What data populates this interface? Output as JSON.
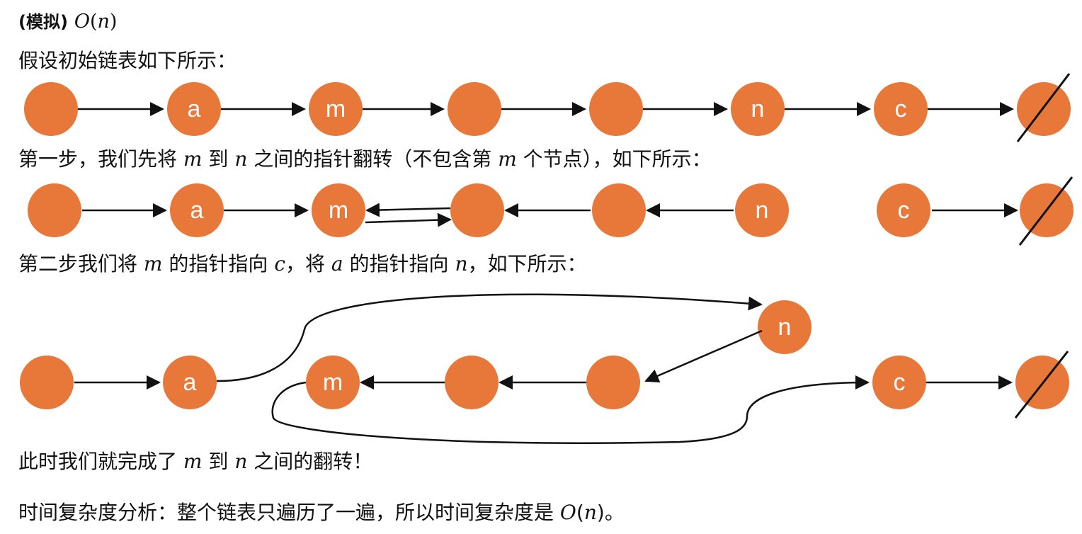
{
  "heading": {
    "label": "(模拟)",
    "math_o": "O",
    "math_open": "(",
    "math_n": "n",
    "math_close": ")"
  },
  "paragraphs": {
    "intro": "假设初始链表如下所示：",
    "step1_prefix": "第一步，我们先将",
    "step1_m": "m",
    "step1_to": "到",
    "step1_n": "n",
    "step1_mid": "之间的指针翻转（不包含第",
    "step1_m2": "m",
    "step1_suffix": "个节点），如下所示：",
    "step2_prefix": "第二步我们将",
    "step2_m": "m",
    "step2_mid": "的指针指向",
    "step2_c": "c",
    "step2_mid2": "，将",
    "step2_a": "a",
    "step2_mid3": "的指针指向",
    "step2_n": "n",
    "step2_suffix": "，如下所示：",
    "done_prefix": "此时我们就完成了",
    "done_m": "m",
    "done_to": "到",
    "done_n": "n",
    "done_suffix": "之间的翻转！",
    "complexity_prefix": "时间复杂度分析：整个链表只遍历了一遍，所以时间复杂度是",
    "complexity_o": "O",
    "complexity_open": "(",
    "complexity_n": "n",
    "complexity_close": ")",
    "complexity_suffix": "。"
  },
  "diagram_labels": {
    "row1": [
      "",
      "a",
      "m",
      "",
      "",
      "n",
      "c",
      ""
    ],
    "row2": [
      "",
      "a",
      "m",
      "",
      "",
      "n",
      "c",
      ""
    ],
    "row3": [
      "",
      "a",
      "m",
      "",
      "",
      "n",
      "c",
      ""
    ]
  },
  "colors": {
    "node_fill": "#e8773a",
    "node_text": "#ffffff",
    "arrow": "#111111"
  }
}
